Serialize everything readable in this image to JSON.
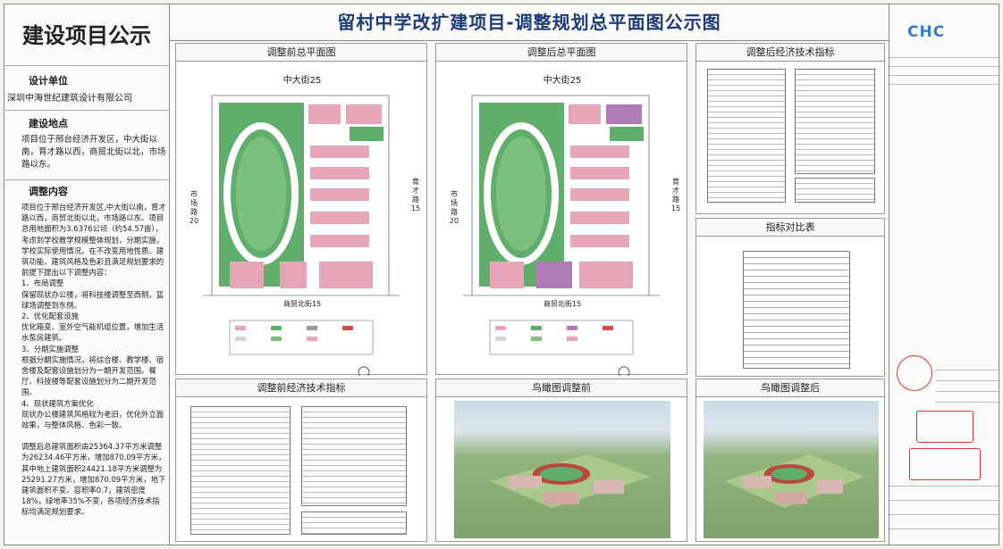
{
  "header": {
    "title": "留村中学改扩建项目-调整规划总平面图公示图"
  },
  "left": {
    "title": "建设项目公示",
    "designer_label": "设计单位",
    "designer_value": "深圳中海世纪建筑设计有限公司",
    "site_label": "建设地点",
    "site_value": "项目位于邢台经济开发区，中大街以南，育才路以西，商贸北街以北，市场路以东。",
    "content_label": "调整内容",
    "content_body": "项目位于邢台经济开发区,中大街以南，育才路以西，商贸北街以北，市场路以东。项目总用地面积为3.6376公顷（约54.57亩），考虑到学校教学规模整体规划，分期实施，学校实际使用情况。在不改变用地性质、建筑功能、建筑风格及色彩且满足规划要求的前提下提出以下调整内容：",
    "items": [
      "1、布局调整",
      "保留现状办公楼，将科技楼调整至西侧，篮球场调整到东侧。",
      "2、优化配套设施",
      "优化箱变、室外空气能机组位置，增加生活水泵房建筑。",
      "3、分期实施调整",
      "根据分期实施情况，将综合楼、教学楼、宿舍楼及配套设施划分为一期开发范围。餐厅、科技楼等配套设施划分为二期开发范围。",
      "4、现状建筑方案优化",
      "现状办公楼建筑风格较为老旧，优化外立面效果，与整体风格、色彩一致。"
    ],
    "summary": "调整后总建筑面积由25364.37平方米调整为26234.46平方米，增加870.09平方米，其中地上建筑面积24421.18平方米调整为25291.27方米，增加870.09平方米，地下建筑面积不变。容积率0.7，建筑密度18%，绿地率35%不变，各项经济技术指标均满足规划要求。"
  },
  "panels": {
    "before_plan": {
      "title": "调整前总平面图",
      "north_street": "中大街25",
      "south_street": "商贸北街15",
      "east_road": "育才路15",
      "west_road": "市场路20"
    },
    "after_plan": {
      "title": "调整后总平面图",
      "north_street": "中大街25",
      "south_street": "商贸北街15",
      "east_road": "育才路15",
      "west_road": "市场路20"
    },
    "after_index": {
      "title": "调整后经济技术指标"
    },
    "compare": {
      "title": "指标对比表"
    },
    "before_index": {
      "title": "调整前经济技术指标"
    },
    "aerial_before": {
      "title": "鸟瞰图调整前"
    },
    "aerial_after": {
      "title": "鸟瞰图调整后"
    }
  },
  "right": {
    "logo": "CHC"
  },
  "colors": {
    "green": "#5fae6c",
    "building": "#e6a6b8",
    "purple": "#b07ab8",
    "track": "#b9483f",
    "title_blue": "#1b3b7a"
  }
}
